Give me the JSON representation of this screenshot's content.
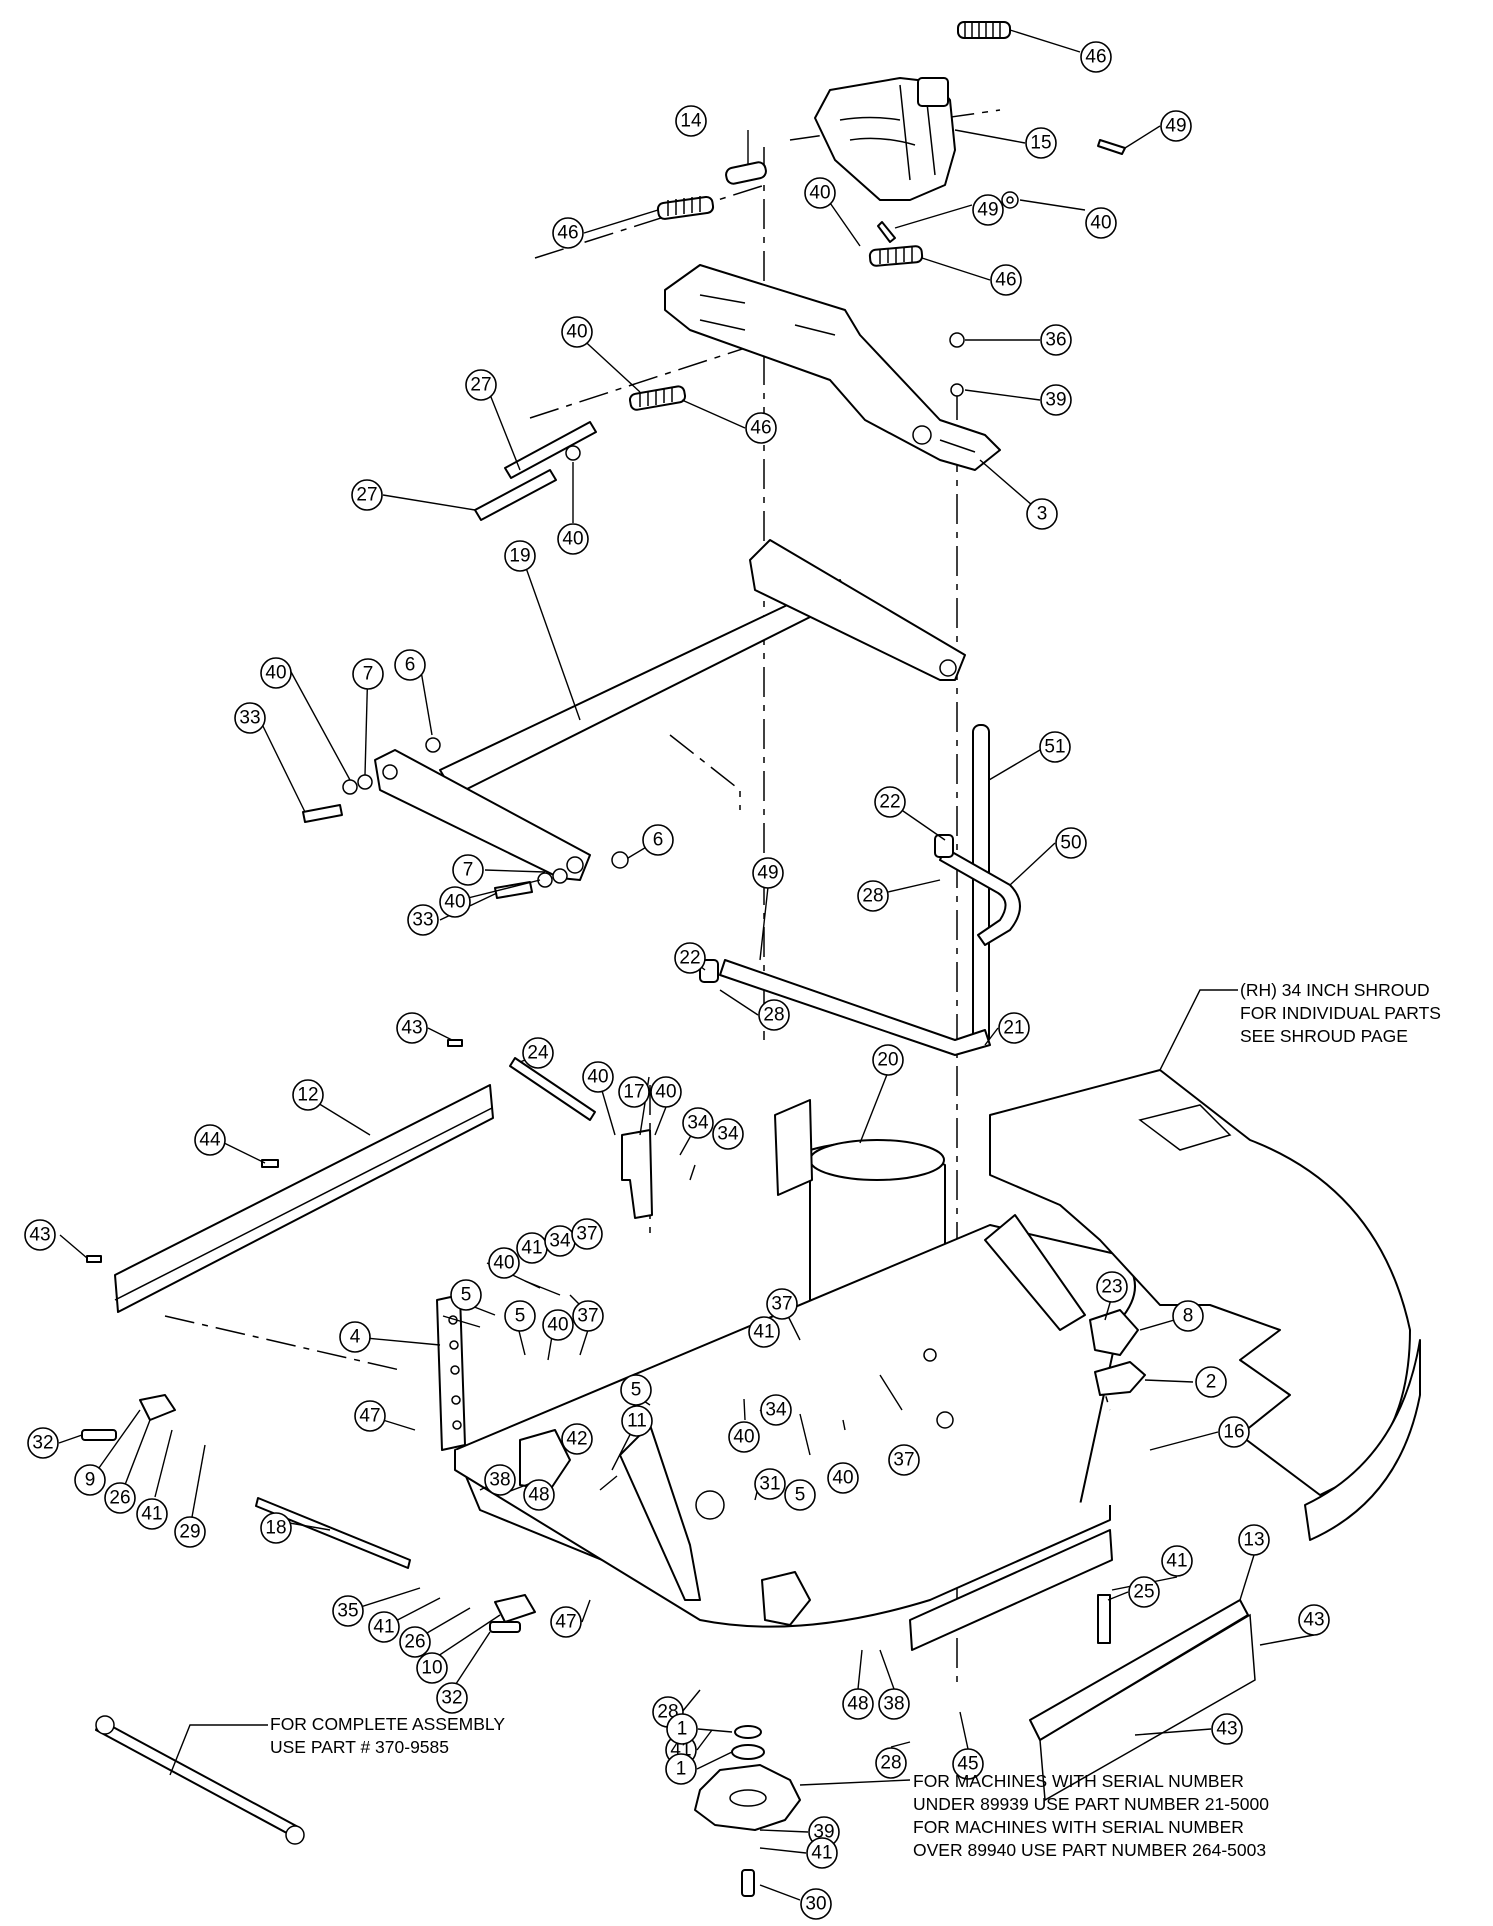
{
  "callouts": [
    {
      "label": "46"
    },
    {
      "label": "49"
    },
    {
      "label": "14"
    },
    {
      "label": "15"
    },
    {
      "label": "40"
    },
    {
      "label": "49"
    },
    {
      "label": "40"
    },
    {
      "label": "46"
    },
    {
      "label": "46"
    },
    {
      "label": "36"
    },
    {
      "label": "39"
    },
    {
      "label": "40"
    },
    {
      "label": "46"
    },
    {
      "label": "27"
    },
    {
      "label": "27"
    },
    {
      "label": "40"
    },
    {
      "label": "3"
    },
    {
      "label": "6"
    },
    {
      "label": "19"
    },
    {
      "label": "7"
    },
    {
      "label": "40"
    },
    {
      "label": "33"
    },
    {
      "label": "7"
    },
    {
      "label": "40"
    },
    {
      "label": "33"
    },
    {
      "label": "6"
    },
    {
      "label": "51"
    },
    {
      "label": "22"
    },
    {
      "label": "28"
    },
    {
      "label": "50"
    },
    {
      "label": "22"
    },
    {
      "label": "49"
    },
    {
      "label": "28"
    },
    {
      "label": "21"
    },
    {
      "label": "43"
    },
    {
      "label": "24"
    },
    {
      "label": "12"
    },
    {
      "label": "44"
    },
    {
      "label": "40"
    },
    {
      "label": "17"
    },
    {
      "label": "40"
    },
    {
      "label": "34"
    },
    {
      "label": "34"
    },
    {
      "label": "20"
    },
    {
      "label": "43"
    },
    {
      "label": "41"
    },
    {
      "label": "34"
    },
    {
      "label": "37"
    },
    {
      "label": "40"
    },
    {
      "label": "5"
    },
    {
      "label": "5"
    },
    {
      "label": "40"
    },
    {
      "label": "37"
    },
    {
      "label": "37"
    },
    {
      "label": "41"
    },
    {
      "label": "4"
    },
    {
      "label": "47"
    },
    {
      "label": "5"
    },
    {
      "label": "40"
    },
    {
      "label": "34"
    },
    {
      "label": "23"
    },
    {
      "label": "8"
    },
    {
      "label": "2"
    },
    {
      "label": "16"
    },
    {
      "label": "40"
    },
    {
      "label": "37"
    },
    {
      "label": "5"
    },
    {
      "label": "11"
    },
    {
      "label": "42"
    },
    {
      "label": "32"
    },
    {
      "label": "9"
    },
    {
      "label": "26"
    },
    {
      "label": "41"
    },
    {
      "label": "29"
    },
    {
      "label": "18"
    },
    {
      "label": "48"
    },
    {
      "label": "38"
    },
    {
      "label": "31"
    },
    {
      "label": "35"
    },
    {
      "label": "41"
    },
    {
      "label": "26"
    },
    {
      "label": "10"
    },
    {
      "label": "32"
    },
    {
      "label": "47"
    },
    {
      "label": "41"
    },
    {
      "label": "25"
    },
    {
      "label": "13"
    },
    {
      "label": "43"
    },
    {
      "label": "28"
    },
    {
      "label": "41"
    },
    {
      "label": "48"
    },
    {
      "label": "38"
    },
    {
      "label": "28"
    },
    {
      "label": "45"
    },
    {
      "label": "43"
    },
    {
      "label": "1"
    },
    {
      "label": "1"
    },
    {
      "label": "39"
    },
    {
      "label": "41"
    },
    {
      "label": "30"
    }
  ],
  "notes": {
    "shroud_line1": "(RH) 34 INCH SHROUD",
    "shroud_line2": "FOR INDIVIDUAL PARTS",
    "shroud_line3": "SEE SHROUD PAGE",
    "assembly_line1": "FOR COMPLETE ASSEMBLY",
    "assembly_line2": "USE PART # 370-9585",
    "serial_line1": "FOR MACHINES WITH SERIAL NUMBER",
    "serial_line2": "UNDER 89939 USE PART NUMBER 21-5000",
    "serial_line3": "FOR MACHINES WITH SERIAL NUMBER",
    "serial_line4": "OVER 89940 USE PART NUMBER 264-5003"
  }
}
